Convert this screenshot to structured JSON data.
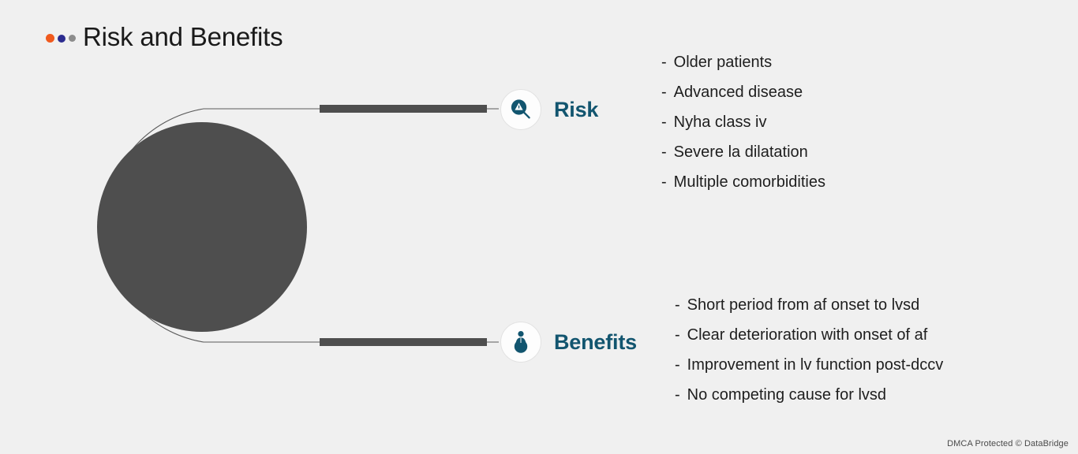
{
  "header": {
    "title": "Risk and Benefits",
    "dots": [
      {
        "name": "dot-orange",
        "color": "#f05a1e"
      },
      {
        "name": "dot-indigo",
        "color": "#2b2b8f"
      },
      {
        "name": "dot-gray",
        "color": "#8c8c8c"
      }
    ]
  },
  "theme": {
    "background": "#f0f0f0",
    "accent": "#12556f",
    "circle_fill": "#4e4e4e",
    "bar_fill": "#4e4e4e",
    "outline": "#5a5a5a",
    "text": "#1e1e1e"
  },
  "diagram": {
    "circle_label": "",
    "branches": [
      {
        "id": "risk",
        "icon": "magnifier-warning-icon",
        "label": "Risk"
      },
      {
        "id": "benefits",
        "icon": "person-award-icon",
        "label": "Benefits"
      }
    ]
  },
  "lists": {
    "risk": {
      "bullet": "-",
      "items": [
        "Older patients",
        "Advanced disease",
        "Nyha class iv",
        "Severe la dilatation",
        "Multiple comorbidities"
      ]
    },
    "benefits": {
      "bullet": "-",
      "items": [
        "Short period from af onset to lvsd",
        "Clear deterioration with onset of af",
        "Improvement in lv function post-dccv",
        "No competing cause for lvsd"
      ]
    }
  },
  "footer": {
    "watermark": "DMCA Protected © DataBridge"
  }
}
